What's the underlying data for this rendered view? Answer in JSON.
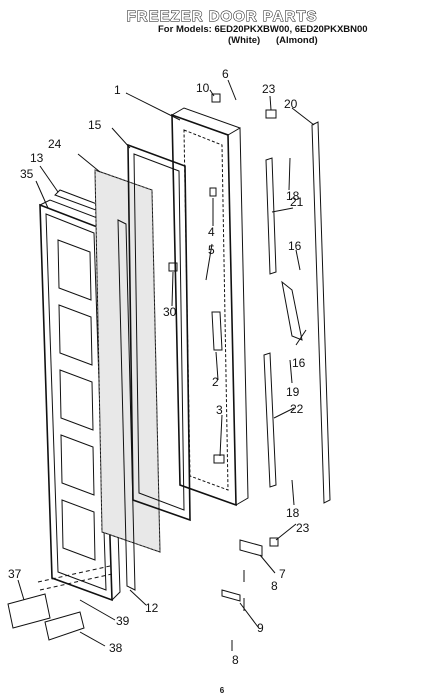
{
  "header": {
    "title": "FREEZER DOOR PARTS",
    "models": "For Models: 6ED20PKXBW00, 6ED20PKXBN00",
    "color_white": "(White)",
    "color_almond": "(Almond)"
  },
  "callouts": {
    "c1": "1",
    "c2": "2",
    "c3": "3",
    "c4": "4",
    "c5": "5",
    "c6": "6",
    "c7": "7",
    "c8a": "8",
    "c8b": "8",
    "c9": "9",
    "c10": "10",
    "c12": "12",
    "c13": "13",
    "c15": "15",
    "c16a": "16",
    "c16b": "16",
    "c18a": "18",
    "c18b": "18",
    "c19": "19",
    "c20": "20",
    "c21": "21",
    "c22": "22",
    "c23a": "23",
    "c23b": "23",
    "c24": "24",
    "c30": "30",
    "c35": "35",
    "c37": "37",
    "c38": "38",
    "c39": "39"
  },
  "footer": {
    "page": "6"
  }
}
